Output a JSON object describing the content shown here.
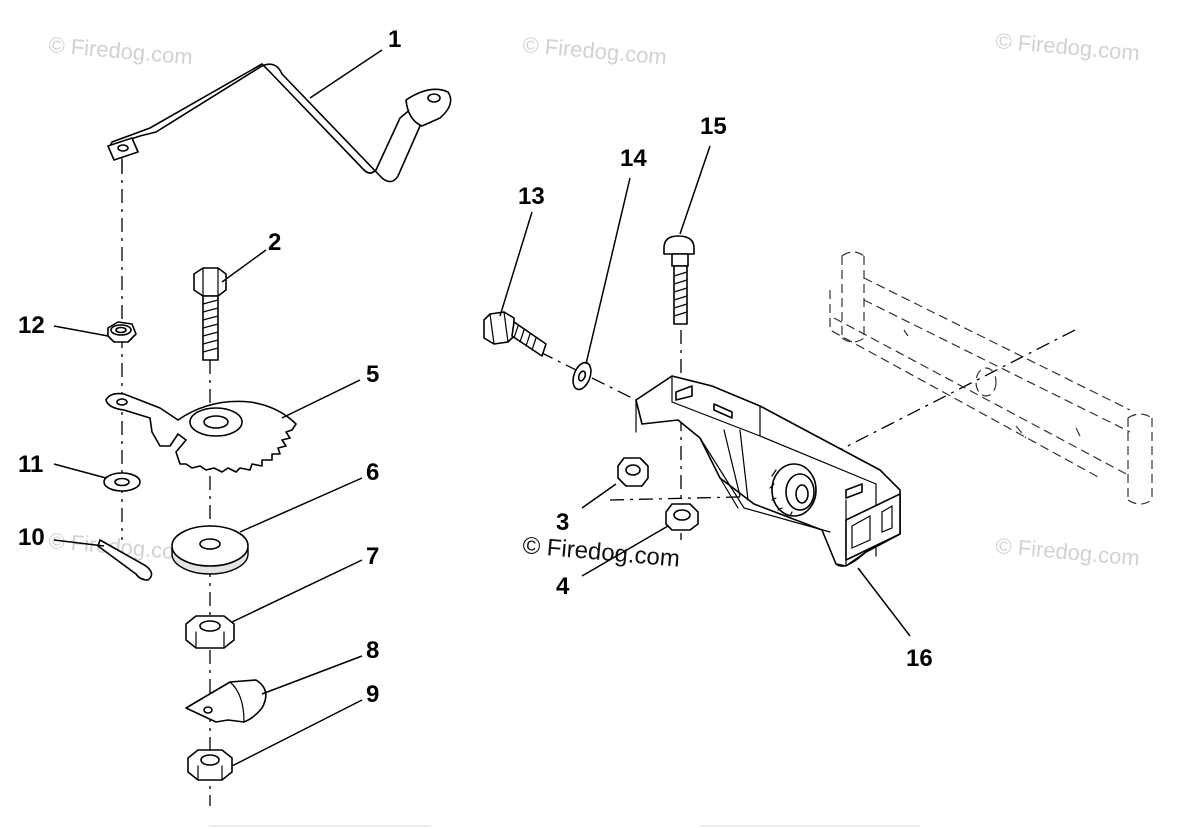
{
  "watermarks": {
    "top_left": "© Firedog.com",
    "top_center": "© Firedog.com",
    "top_right": "© Firedog.com",
    "mid_left": "© Firedog.com",
    "mid_right": "© Firedog.com",
    "center": "© Firedog.com"
  },
  "callouts": {
    "c1": "1",
    "c2": "2",
    "c3": "3",
    "c4": "4",
    "c5": "5",
    "c6": "6",
    "c7": "7",
    "c8": "8",
    "c9": "9",
    "c10": "10",
    "c11": "11",
    "c12": "12",
    "c13": "13",
    "c14": "14",
    "c15": "15",
    "c16": "16"
  },
  "parts": [
    {
      "num": "1",
      "icon": "z-shaped-rod-icon"
    },
    {
      "num": "2",
      "icon": "hex-bolt-icon"
    },
    {
      "num": "3",
      "icon": "hex-nut-icon"
    },
    {
      "num": "4",
      "icon": "hex-nut-icon"
    },
    {
      "num": "5",
      "icon": "gear-sector-bracket-icon"
    },
    {
      "num": "6",
      "icon": "flat-washer-icon"
    },
    {
      "num": "7",
      "icon": "hex-nut-icon"
    },
    {
      "num": "8",
      "icon": "clip-icon"
    },
    {
      "num": "9",
      "icon": "hex-nut-icon"
    },
    {
      "num": "10",
      "icon": "cotter-pin-icon"
    },
    {
      "num": "11",
      "icon": "washer-icon"
    },
    {
      "num": "12",
      "icon": "push-nut-icon"
    },
    {
      "num": "13",
      "icon": "hex-bolt-icon"
    },
    {
      "num": "14",
      "icon": "washer-icon"
    },
    {
      "num": "15",
      "icon": "carriage-bolt-icon"
    },
    {
      "num": "16",
      "icon": "pinion-bracket-icon"
    }
  ]
}
